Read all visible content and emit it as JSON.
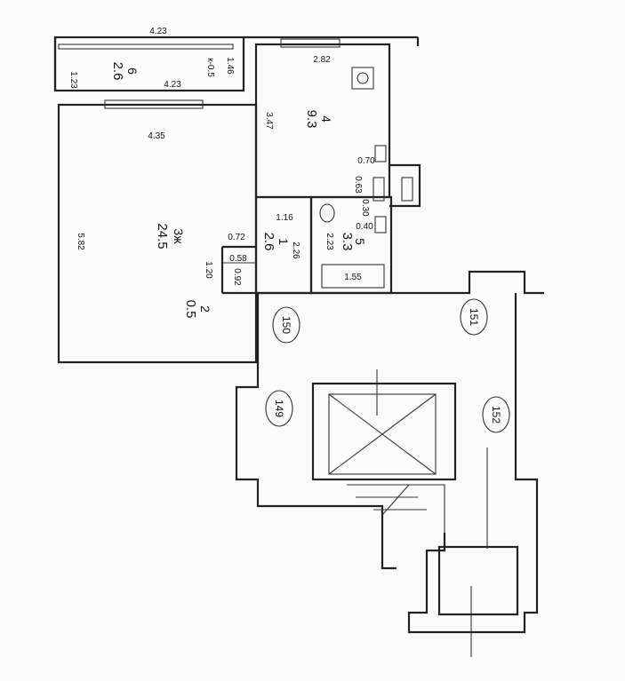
{
  "rooms": {
    "loggia": {
      "number": "6",
      "area": "2.6",
      "note": "к-0.5"
    },
    "kitchen": {
      "number": "4",
      "area": "9.3"
    },
    "living": {
      "number": "3ж",
      "area": "24.5"
    },
    "hall": {
      "number": "1",
      "area": "2.6"
    },
    "bath": {
      "number": "5",
      "area": "3.3"
    },
    "closet": {
      "number": "2",
      "area": "0.5"
    }
  },
  "dimensions": {
    "top_outer": "4.23",
    "loggia_depth": "1.46",
    "loggia_left": "1.23",
    "loggia_inner": "4.23",
    "kitchen_width": "2.82",
    "kitchen_depth": "3.47",
    "kitchen_v1": "0.70",
    "kitchen_v2": "0.63",
    "bath_d1": "0.30",
    "bath_d2": "0.40",
    "living_width": "4.35",
    "living_depth": "5.82",
    "hall_width": "1.16",
    "hall_d": "0.72",
    "hall_depth": "2.26",
    "bath_depth": "2.23",
    "bathtub": "1.55",
    "closet_w": "0.58",
    "closet_d": "0.92",
    "closet_h": "1.20"
  },
  "flats": [
    "150",
    "151",
    "149",
    "152"
  ],
  "colors": {
    "line": "#222222",
    "paper": "#fbfbfb"
  }
}
